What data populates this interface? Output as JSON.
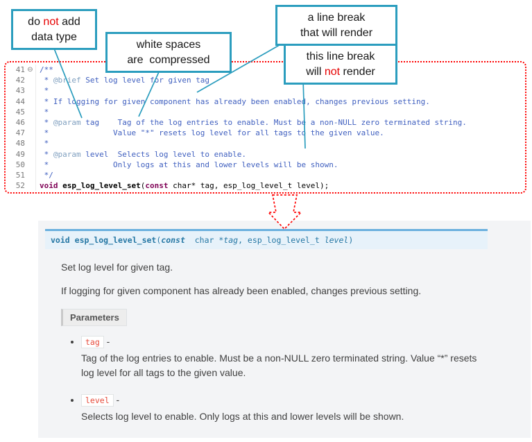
{
  "callouts": {
    "box1": {
      "l1_pre": "do ",
      "l1_red": "not",
      "l1_post": " add",
      "l2_pre": "data type",
      "l2_red": "",
      "l2_post": ""
    },
    "box2": {
      "l1_pre": "white spaces",
      "l1_red": "",
      "l1_post": "",
      "l2_pre": "are  compressed",
      "l2_red": "",
      "l2_post": ""
    },
    "box3": {
      "l1_pre": "a line break",
      "l1_red": "",
      "l1_post": "",
      "l2_pre": "that will render",
      "l2_red": "",
      "l2_post": ""
    },
    "box4": {
      "l1_pre": "this line break",
      "l1_red": "",
      "l1_post": "",
      "l2_pre": "will ",
      "l2_red": "not",
      "l2_post": " render"
    }
  },
  "editor": {
    "lines": [
      {
        "num": "41",
        "fold": "⊖",
        "segs": [
          [
            "cm",
            "/**"
          ]
        ]
      },
      {
        "num": "42",
        "fold": "",
        "segs": [
          [
            "cm",
            " * "
          ],
          [
            "tag",
            "@brief"
          ],
          [
            "cm",
            " Set log level for given tag"
          ]
        ]
      },
      {
        "num": "43",
        "fold": "",
        "segs": [
          [
            "cm",
            " *"
          ]
        ]
      },
      {
        "num": "44",
        "fold": "",
        "segs": [
          [
            "cm",
            " * If logging for given component has already been enabled, changes previous setting."
          ]
        ]
      },
      {
        "num": "45",
        "fold": "",
        "segs": [
          [
            "cm",
            " *"
          ]
        ]
      },
      {
        "num": "46",
        "fold": "",
        "segs": [
          [
            "cm",
            " * "
          ],
          [
            "tag",
            "@param"
          ],
          [
            "cm",
            " tag    Tag of the log entries to enable. Must be a non-NULL zero terminated string."
          ]
        ]
      },
      {
        "num": "47",
        "fold": "",
        "segs": [
          [
            "cm",
            " *              Value \"*\" resets log level for all tags to the given value."
          ]
        ]
      },
      {
        "num": "48",
        "fold": "",
        "segs": [
          [
            "cm",
            " *"
          ]
        ]
      },
      {
        "num": "49",
        "fold": "",
        "segs": [
          [
            "cm",
            " * "
          ],
          [
            "tag",
            "@param"
          ],
          [
            "cm",
            " level  Selects log level to enable."
          ]
        ]
      },
      {
        "num": "50",
        "fold": "",
        "segs": [
          [
            "cm",
            " *              Only logs at this and lower levels will be shown."
          ]
        ]
      },
      {
        "num": "51",
        "fold": "",
        "segs": [
          [
            "cm",
            " */"
          ]
        ]
      },
      {
        "num": "52",
        "fold": "",
        "segs": [
          [
            "kw",
            "void"
          ],
          [
            "pl",
            " "
          ],
          [
            "fn",
            "esp_log_level_set"
          ],
          [
            "pl",
            "("
          ],
          [
            "kw",
            "const"
          ],
          [
            "pl",
            " char* tag, esp_log_level_t level);"
          ]
        ]
      }
    ]
  },
  "docs": {
    "signature": [
      [
        "kw",
        "void"
      ],
      [
        "pl",
        " "
      ],
      [
        "name",
        "esp_log_level_set"
      ],
      [
        "pl",
        "("
      ],
      [
        "kwi",
        "const"
      ],
      [
        "pl",
        "  char *"
      ],
      [
        "arg",
        "tag"
      ],
      [
        "pl",
        ", esp_log_level_t "
      ],
      [
        "arg",
        "level"
      ],
      [
        "pl",
        ")"
      ]
    ],
    "para1": "Set log level for given tag.",
    "para2": "If logging for given component has already been enabled, changes previous setting.",
    "parameters_label": "Parameters",
    "params": [
      {
        "name": "tag",
        "sep": " -",
        "desc": "Tag of the log entries to enable. Must be a non-NULL zero terminated string. Value “*” resets log level for all tags to the given value."
      },
      {
        "name": "level",
        "sep": " -",
        "desc": "Selects log level to enable. Only logs at this and lower levels will be shown."
      }
    ]
  },
  "colors": {
    "callout_border": "#2b9dbe",
    "alert_red": "#ff0000",
    "comment": "#3f5fbf",
    "doxygen_tag": "#7f9fbf",
    "keyword": "#7f0055",
    "signature_bg": "#e7f2fa",
    "signature_border": "#6ab0de",
    "signature_text": "#2577a4",
    "param_code": "#e74c3c",
    "doc_panel_bg": "#f3f4f6"
  }
}
